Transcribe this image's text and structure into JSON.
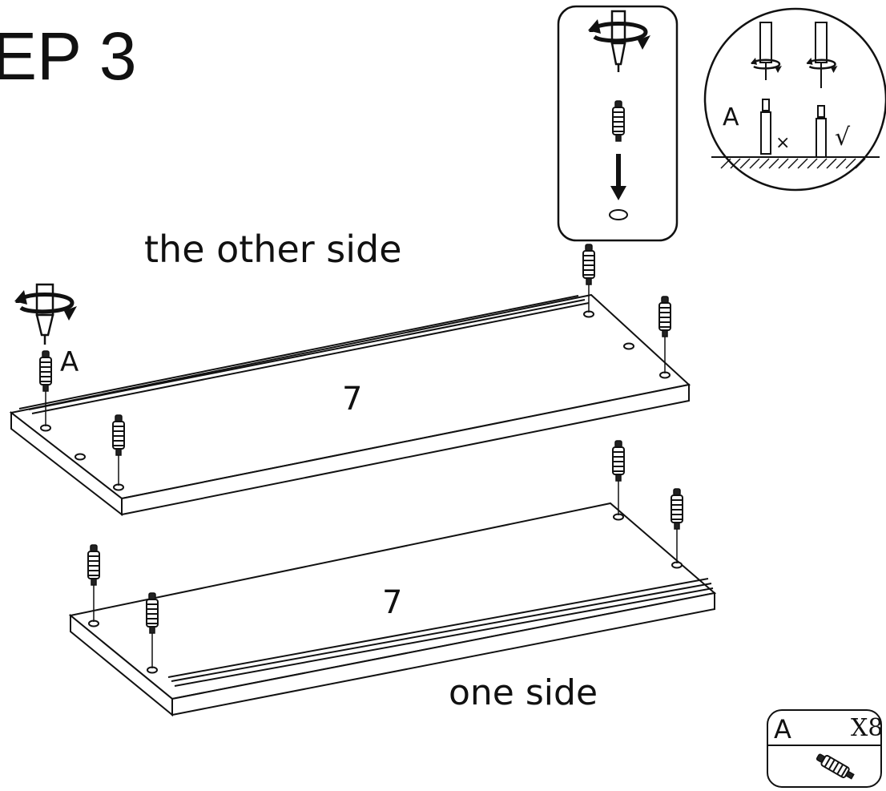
{
  "title": "EP 3",
  "labels": {
    "other_side": "the other side",
    "one_side": "one side",
    "panel_top": "7",
    "panel_bottom": "7",
    "dowel_letter": "A",
    "detail_letter": "A",
    "wrong_mark": "×",
    "right_mark": "√"
  },
  "parts_badge": {
    "letter": "A",
    "quantity": "X8"
  },
  "icons": [
    "rotate-arrow-icon",
    "screwdriver-icon",
    "dowel-screw-icon",
    "down-arrow-icon",
    "hole-icon"
  ],
  "colors": {
    "line": "#111111",
    "background": "#ffffff"
  }
}
